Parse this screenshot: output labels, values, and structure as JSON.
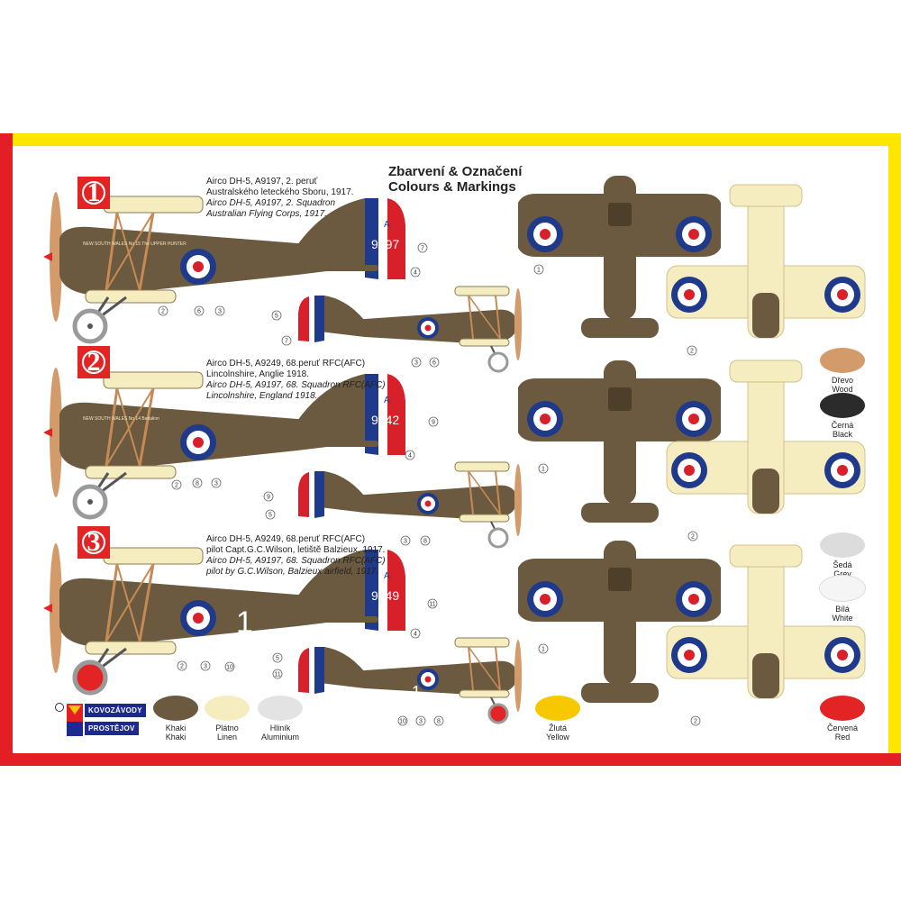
{
  "heading": {
    "line1": "Zbarvení & Označení",
    "line2": "Colours & Markings"
  },
  "variants": [
    {
      "number": "1",
      "cz1": "Airco DH-5, A9197, 2. peruť",
      "cz2": "Australského leteckého Sboru, 1917.",
      "en1": "Airco DH-5, A9197, 2. Squadron",
      "en2": "Australian Flying Corps, 1917.",
      "tail_letter": "A",
      "serial": "9197",
      "fuselage_text": "NEW SOUTH WALES No 15  The UPPER HUNTER"
    },
    {
      "number": "2",
      "cz1": "Airco DH-5, A9249, 68.peruť RFC(AFC)",
      "cz2": "Lincolnshire, Anglie 1918.",
      "en1": "Airco DH-5, A9197, 68. Squadron RFC(AFC)",
      "en2": "Lincolnshire, England 1918.",
      "tail_letter": "A",
      "serial": "9242",
      "fuselage_text": "NEW SOUTH WALES No 14  Battalion"
    },
    {
      "number": "3",
      "cz1": "Airco DH-5, A9249, 68.peruť RFC(AFC)",
      "cz2": "pilot Capt.G.C.Wilson, letiště Balzieux, 1917.",
      "en1": "Airco DH-5, A9197, 68. Squadron RFC(AFC)",
      "en2": "pilot by G.C.Wilson, Balzieux airfield, 1917.",
      "tail_letter": "A",
      "serial": "9449",
      "fuselage_number": "1"
    }
  ],
  "callouts": [
    "1",
    "2",
    "3",
    "4",
    "5",
    "6",
    "7",
    "8",
    "9",
    "10",
    "11"
  ],
  "swatches": [
    {
      "cz": "Khaki",
      "en": "Khaki",
      "color": "#6b5a3f"
    },
    {
      "cz": "Plátno",
      "en": "Linen",
      "color": "#f5ecc0"
    },
    {
      "cz": "Hliník",
      "en": "Aluminium",
      "color": "#e3e3e3"
    },
    {
      "cz": "Žlutá",
      "en": "Yellow",
      "color": "#f7c800"
    },
    {
      "cz": "Dřevo",
      "en": "Wood",
      "color": "#d39a6a"
    },
    {
      "cz": "Černá",
      "en": "Black",
      "color": "#2b2b2b"
    },
    {
      "cz": "Šedá",
      "en": "Grey",
      "color": "#dcdcdc"
    },
    {
      "cz": "Bílá",
      "en": "White",
      "color": "#f5f5f5"
    },
    {
      "cz": "Červená",
      "en": "Red",
      "color": "#e32424"
    }
  ],
  "logo": {
    "line1": "KOVOZÁVODY",
    "line2": "PROSTĚJOV"
  },
  "colors": {
    "frame_yellow": "#ffe600",
    "frame_red": "#e31e24",
    "khaki": "#6b5a3f",
    "linen": "#f5ecc0",
    "roundel_blue": "#1f3a8a",
    "roundel_red": "#d8202a"
  }
}
